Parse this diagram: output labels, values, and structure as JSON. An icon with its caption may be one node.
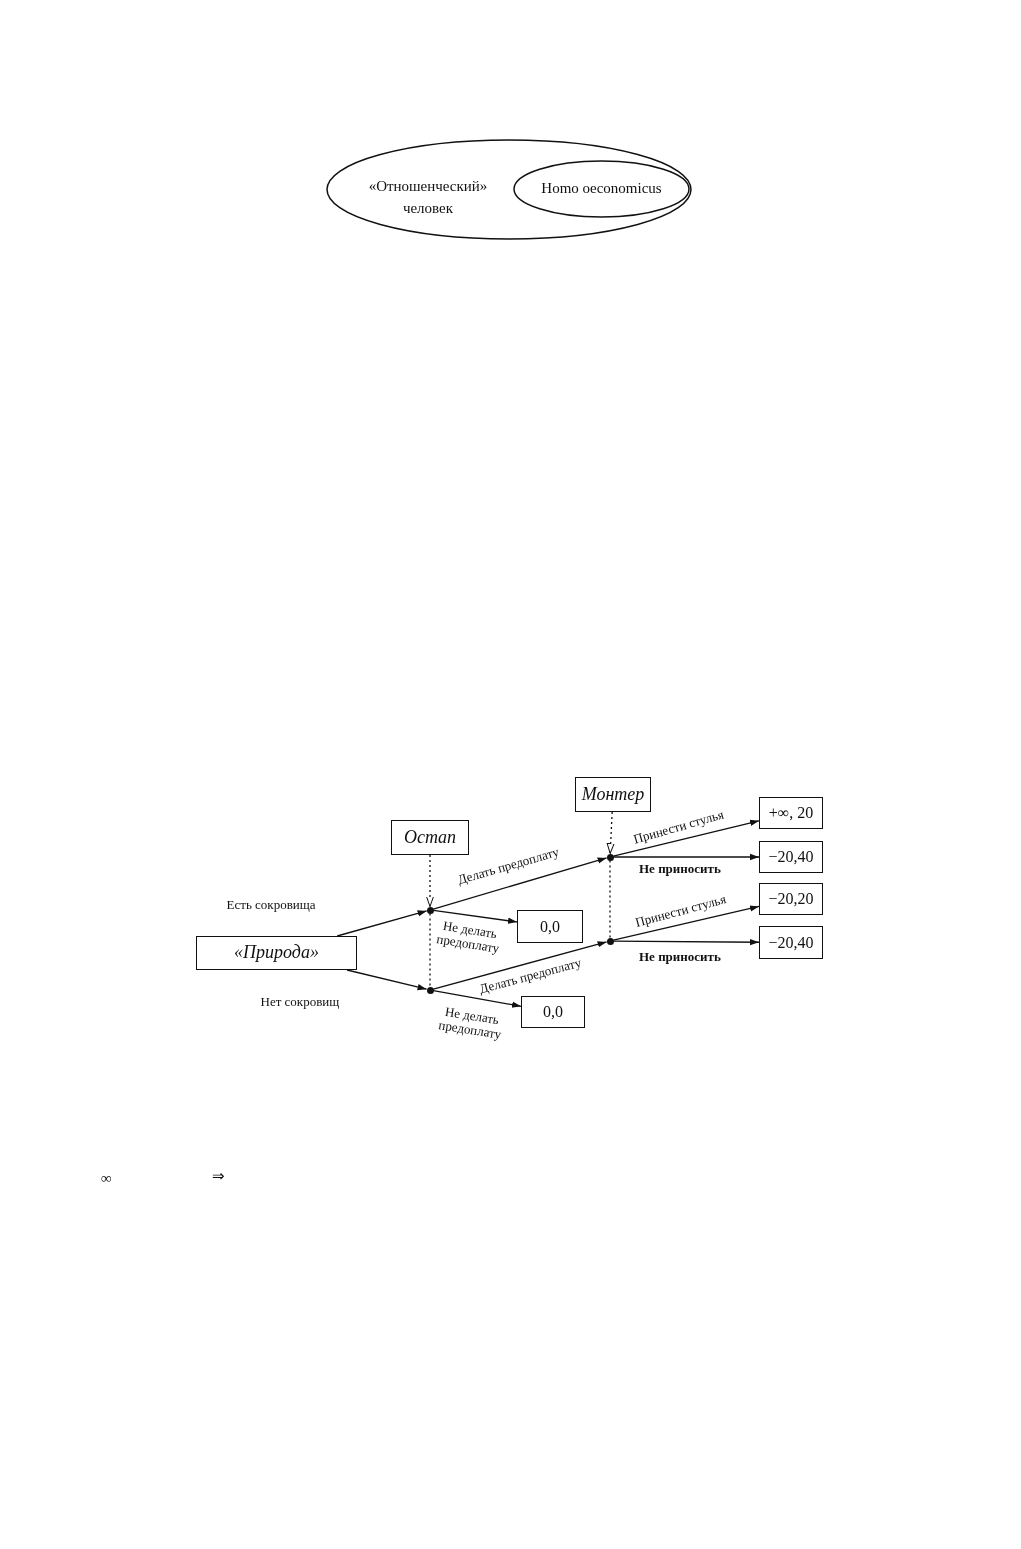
{
  "diagram": {
    "nodes": [
      {
        "text": [
          "«Отношенческий» человек"
        ]
      },
      {
        "text": [
          "Homo oeconomicus"
        ],
        "in": 0
      },
      {
        "text": [
          "«Природа»"
        ]
      },
      {
        "text": [
          "Остап"
        ]
      },
      {
        "text": [
          "Монтер"
        ]
      },
      {
        "text": [],
        "shape": "circle"
      },
      {
        "text": [],
        "shape": "circle"
      },
      {
        "text": [],
        "shape": "circle"
      },
      {
        "text": [],
        "shape": "circle"
      },
      {
        "text": [
          "0,0"
        ]
      },
      {
        "text": [
          "0,0"
        ]
      },
      {
        "text": [
          "+∞, 20"
        ]
      },
      {
        "text": [
          "−20,40"
        ]
      },
      {
        "text": [
          "−20,20"
        ]
      },
      {
        "text": [
          "−20,40"
        ]
      }
    ],
    "edges": [
      {
        "from": 2,
        "to": 5,
        "arrow": "to",
        "label": "Есть сокровища"
      },
      {
        "from": 2,
        "to": 6,
        "arrow": "to",
        "label": "Нет сокровищ"
      },
      {
        "from": 3,
        "to": 5,
        "arrow": "to",
        "style": "dashed"
      },
      {
        "from": 5,
        "to": 6,
        "arrow": "none",
        "style": "dashed"
      },
      {
        "from": 4,
        "to": 7,
        "arrow": "to",
        "style": "dashed"
      },
      {
        "from": 7,
        "to": 8,
        "arrow": "none",
        "style": "dashed"
      },
      {
        "from": 5,
        "to": 7,
        "arrow": "to",
        "label": "Делать предоплату"
      },
      {
        "from": 5,
        "to": 9,
        "arrow": "to",
        "label": "Не делать предоплату"
      },
      {
        "from": 6,
        "to": 8,
        "arrow": "to",
        "label": "Делать предоплату"
      },
      {
        "from": 6,
        "to": 10,
        "arrow": "to",
        "label": "Не делать предоплату"
      },
      {
        "from": 7,
        "to": 11,
        "arrow": "to",
        "label": "Принести стулья"
      },
      {
        "from": 7,
        "to": 12,
        "arrow": "to",
        "label": "Не приносить"
      },
      {
        "from": 8,
        "to": 13,
        "arrow": "to",
        "label": "Принести стулья"
      },
      {
        "from": 8,
        "to": 14,
        "arrow": "to",
        "label": "Не приносить"
      }
    ],
    "labels": [
      "∞",
      "⇒"
    ]
  }
}
